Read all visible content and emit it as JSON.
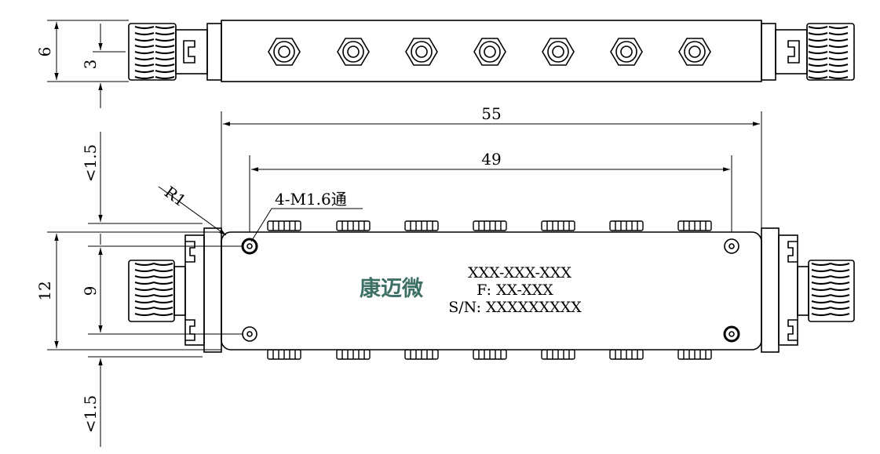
{
  "dimensions": {
    "height_top_view": "6",
    "half_height_top_view": "3",
    "overall_length": "55",
    "hole_spacing_length": "49",
    "corner_radius": "R1",
    "mounting_holes": "4-M1.6通",
    "body_height": "12",
    "hole_spacing_height": "9",
    "clearance_top": "<1.5",
    "clearance_bottom": "<1.5"
  },
  "label": {
    "logo": "康迈微",
    "model": "XXX-XXX-XXX",
    "frequency": "F: XX-XXX",
    "serial": "S/N: XXXXXXXXX"
  },
  "colors": {
    "line": "#000000",
    "logo": "#3d6f65",
    "background": "#ffffff"
  },
  "icons": [
    "sma-connector-icon",
    "tuning-screw-icon",
    "mounting-hole-icon"
  ]
}
